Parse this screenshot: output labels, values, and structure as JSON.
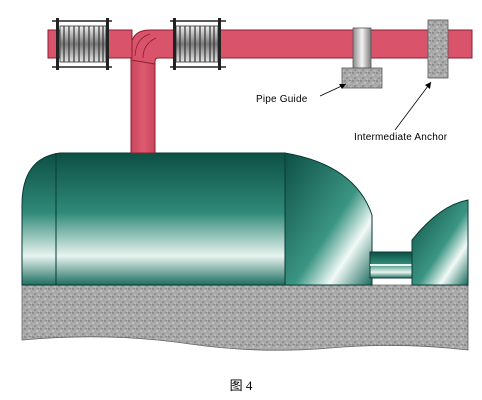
{
  "labels": {
    "pipe_guide": "Pipe Guide",
    "intermediate_anchor": "Intermediate Anchor"
  },
  "caption": "图 4",
  "colors": {
    "pipe": "#d9536a",
    "pipe_outline": "#8a1f30",
    "vessel": "#0f5c50",
    "concrete": "#a0a0a0",
    "bellows": "#8c8c8c"
  }
}
